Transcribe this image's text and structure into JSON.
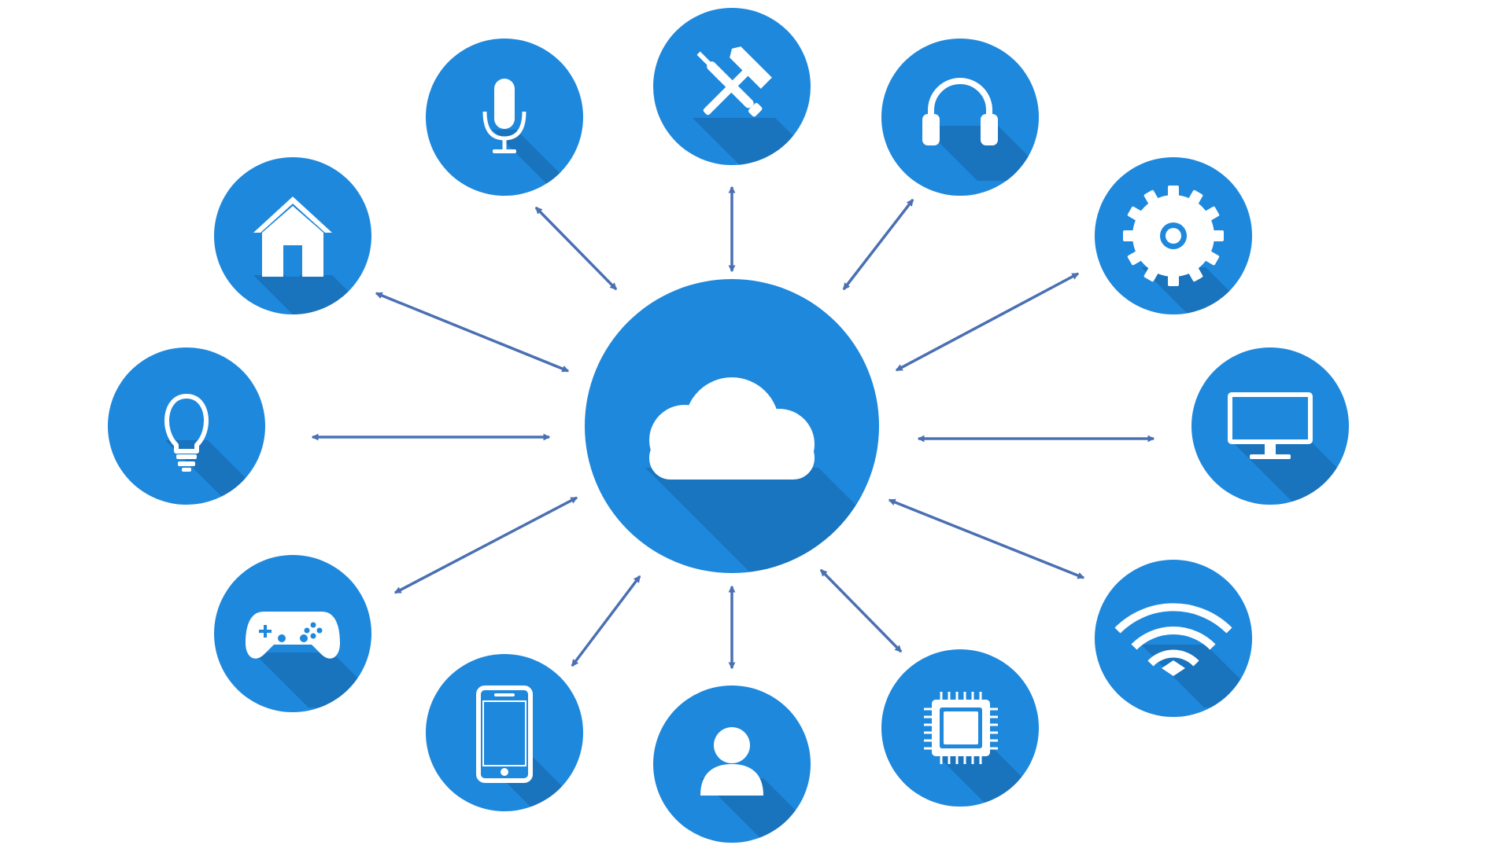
{
  "diagram": {
    "hub": {
      "icon": "cloud-icon"
    },
    "nodes": [
      {
        "id": "home",
        "icon": "house-icon"
      },
      {
        "id": "microphone",
        "icon": "microphone-icon"
      },
      {
        "id": "tools",
        "icon": "hammer-screwdriver-icon"
      },
      {
        "id": "headphones",
        "icon": "headphones-icon"
      },
      {
        "id": "settings",
        "icon": "gear-icon"
      },
      {
        "id": "lightbulb",
        "icon": "lightbulb-icon"
      },
      {
        "id": "monitor",
        "icon": "monitor-icon"
      },
      {
        "id": "gamepad",
        "icon": "gamepad-icon"
      },
      {
        "id": "wifi",
        "icon": "wifi-icon"
      },
      {
        "id": "smartphone",
        "icon": "smartphone-icon"
      },
      {
        "id": "user",
        "icon": "user-icon"
      },
      {
        "id": "chip",
        "icon": "microchip-icon"
      }
    ],
    "connector": "bidirectional-arrow",
    "colors": {
      "background": "#ffffff",
      "circle": "#1e88dc",
      "shadow": "#1666a8",
      "arrow": "#4a70b3",
      "icon": "#ffffff"
    }
  }
}
